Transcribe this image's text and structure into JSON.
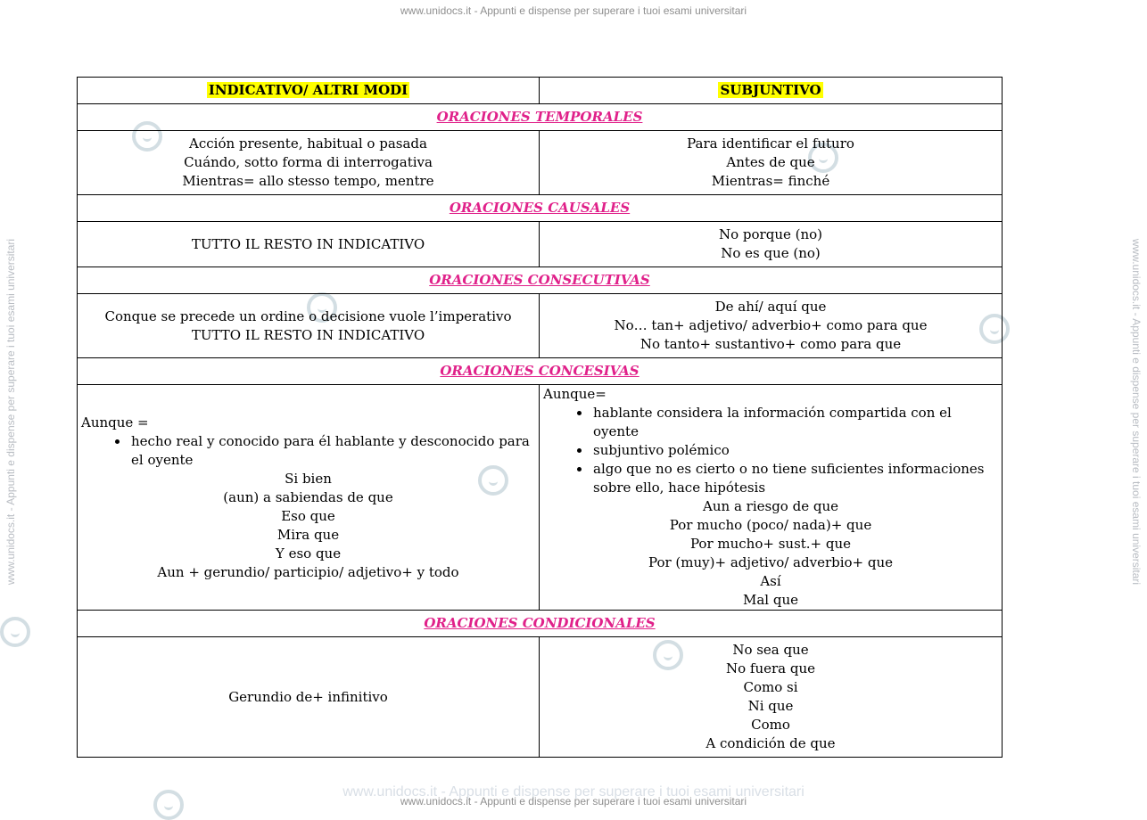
{
  "watermark": {
    "top": "www.unidocs.it - Appunti e dispense per superare i tuoi esami universitari",
    "bottom": "www.unidocs.it - Appunti e dispense per superare i tuoi esami universitari",
    "side": "www.unidocs.it - Appunti e dispense per superare i tuoi esami universitari",
    "ghost": "www.unidocs.it - Appunti e dispense per superare i tuoi esami universitari"
  },
  "table": {
    "header_left": "INDICATIVO/ ALTRI MODI",
    "header_right": "SUBJUNTIVO",
    "sections": [
      {
        "title": "ORACIONES TEMPORALES",
        "left": [
          "Acción presente, habitual o pasada",
          "Cuándo, sotto forma di interrogativa",
          "Mientras= allo stesso tempo, mentre"
        ],
        "right": [
          "Para identificar el futuro",
          "Antes de que",
          "Mientras= finché"
        ]
      },
      {
        "title": "ORACIONES CAUSALES",
        "left": [
          "TUTTO IL RESTO IN INDICATIVO"
        ],
        "right": [
          "No porque (no)",
          "No es que (no)"
        ]
      },
      {
        "title": "ORACIONES CONSECUTIVAS",
        "left": [
          "Conque se precede un ordine o decisione vuole l’imperativo",
          "TUTTO IL RESTO IN INDICATIVO"
        ],
        "right": [
          "De ahí/ aquí que",
          "No… tan+ adjetivo/ adverbio+ como para que",
          "No tanto+ sustantivo+ como para que"
        ]
      },
      {
        "title": "ORACIONES CONCESIVAS",
        "left_intro": "Aunque =",
        "left_bullets": [
          "hecho real y conocido para él hablante y desconocido para el oyente"
        ],
        "left": [
          "Si bien",
          "(aun) a sabiendas de que",
          "Eso que",
          "Mira que",
          "Y eso que",
          "Aun + gerundio/ participio/ adjetivo+ y todo"
        ],
        "right_intro": "Aunque=",
        "right_bullets": [
          "hablante considera la información compartida con el oyente",
          "subjuntivo polémico",
          "algo que no es cierto o no tiene suficientes informaciones sobre ello, hace hipótesis"
        ],
        "right": [
          "Aun a riesgo de que",
          "Por mucho (poco/ nada)+ que",
          "Por mucho+ sust.+  que",
          "Por (muy)+ adjetivo/ adverbio+ que",
          "Así",
          "Mal que"
        ]
      },
      {
        "title": "ORACIONES CONDICIONALES",
        "left": [
          "Gerundio de+ infinitivo"
        ],
        "right": [
          "No sea que",
          "No fuera que",
          "Como si",
          "Ni que",
          "Como",
          "A condición de que"
        ]
      }
    ]
  }
}
